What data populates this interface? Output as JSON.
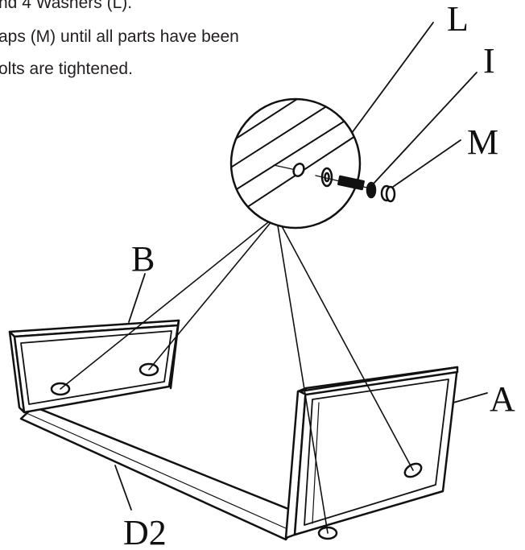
{
  "instructions": {
    "line1": "nd 4 Washers (L).",
    "line2": "aps (M) until all parts have been",
    "line3": "olts are tightened."
  },
  "callouts": {
    "L": "L",
    "I": "I",
    "M": "M",
    "B": "B",
    "A": "A",
    "D2": "D2"
  }
}
